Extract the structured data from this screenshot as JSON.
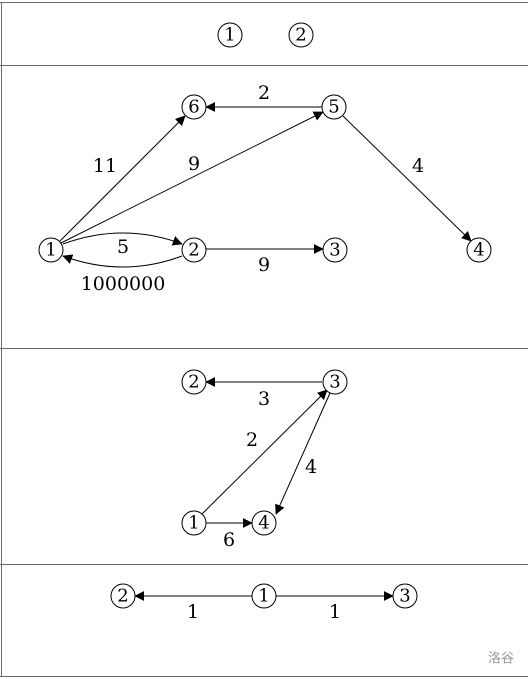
{
  "header": {
    "labels": [
      "1",
      "2"
    ]
  },
  "panel1": {
    "nodes": [
      "6",
      "5",
      "1",
      "2",
      "3",
      "4"
    ],
    "edge_labels": [
      "2",
      "11",
      "9",
      "4",
      "5",
      "9",
      "1000000"
    ]
  },
  "panel2": {
    "nodes": [
      "2",
      "3",
      "1",
      "4"
    ],
    "edge_labels": [
      "3",
      "2",
      "4",
      "6"
    ]
  },
  "panel3": {
    "nodes": [
      "2",
      "1",
      "3"
    ],
    "edge_labels": [
      "1",
      "1"
    ]
  },
  "watermark": "洛谷"
}
